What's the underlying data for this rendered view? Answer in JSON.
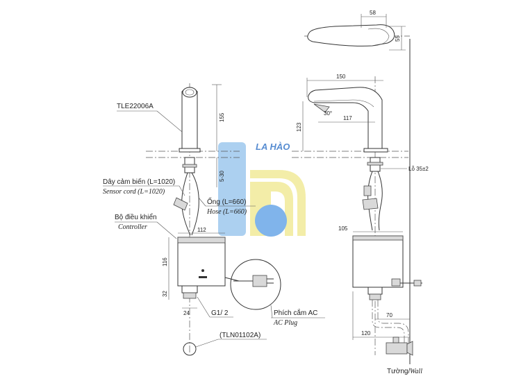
{
  "labels": {
    "model": "TLE22006A",
    "sensor_cord_vi": "Dây cảm biến (L=1020)",
    "sensor_cord_en": "Sensor cord (L=1020)",
    "hose_vi": "Ống (L=660)",
    "hose_en": "Hose (L=660)",
    "controller_vi": "Bộ điều khiển",
    "controller_en": "Controller",
    "ac_plug_vi": "Phích cắm AC",
    "ac_plug_en": "AC Plug",
    "thread": "G1/ 2",
    "valve_model": "(TLN01102A)",
    "wall_vi": "Tường/",
    "wall_en": "Wall",
    "watermark": "LA HÀO"
  },
  "dimensions": {
    "top_width": "58",
    "top_height": "55",
    "spout_length": "150",
    "faucet_height": "123",
    "reach": "117",
    "angle": "30°",
    "body_height": "155",
    "thickness": "5-30",
    "hole": "Lỗ 35±2",
    "controller_width_front": "112",
    "controller_height": "116",
    "base_height": "32",
    "inlet_width": "24",
    "controller_width_side": "105",
    "offset_70": "70",
    "offset_120": "120"
  },
  "colors": {
    "watermark_blue": "#9ec8ee",
    "watermark_yellow": "#f2ea9a",
    "watermark_dot": "#6aa8e8",
    "watermark_text": "#3a78c9"
  }
}
